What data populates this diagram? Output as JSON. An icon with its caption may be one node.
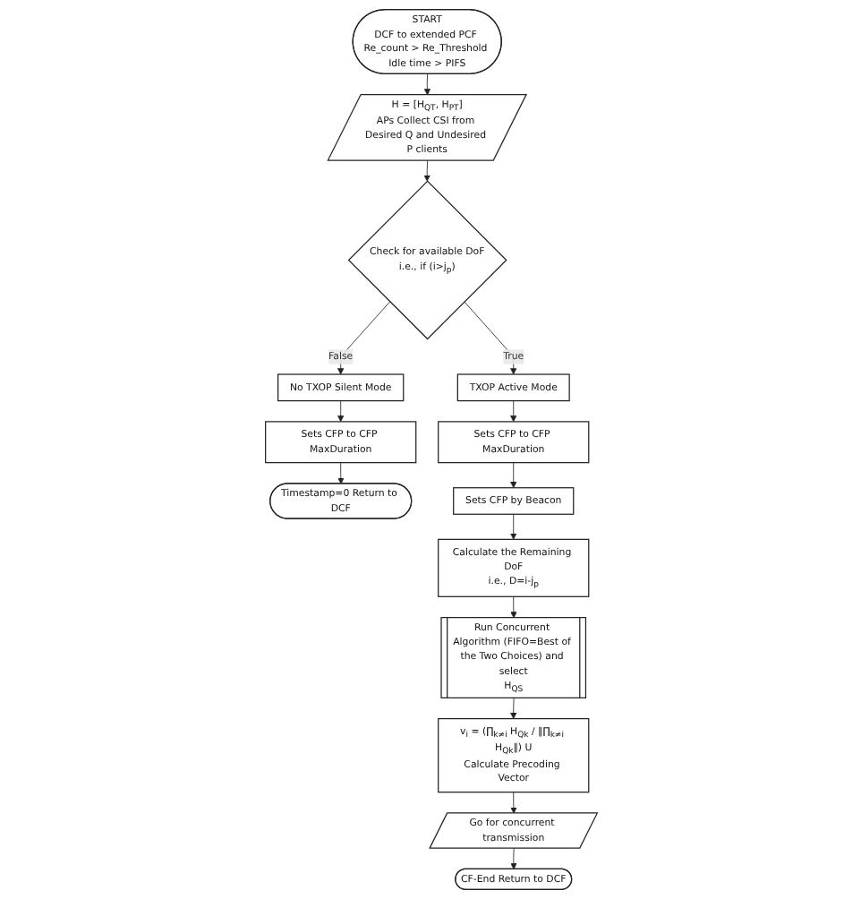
{
  "diagram": {
    "nodes": [
      {
        "text": [
          "START",
          "DCF to extended PCF Re_count > Re_Threshold Idle time > PIFS"
        ]
      },
      {
        "text": [
          "H = [H$_{QT}$, H$_{PT}$]",
          "APs Collect CSI from Desired Q and Undesired P clients"
        ]
      },
      {
        "text": [
          "Check for available DoF",
          "i.e., if (i>j$_{p}$)"
        ]
      },
      {
        "text": [
          "No TXOP Silent Mode"
        ]
      },
      {
        "text": [
          "Sets CFP to CFP MaxDuration"
        ]
      },
      {
        "text": [
          "Timestamp=0 Return to DCF"
        ]
      },
      {
        "text": [
          "TXOP Active Mode"
        ]
      },
      {
        "text": [
          "Sets CFP to CFP MaxDuration"
        ]
      },
      {
        "text": [
          "Sets CFP by Beacon"
        ]
      },
      {
        "text": [
          "Calculate the Remaining DoF",
          "i.e., D=i-j$_{p}$"
        ]
      },
      {
        "text": [
          "Run Concurrent Algorithm (FIFO=Best of the Two Choices) and select",
          "H$_{QS}$"
        ]
      },
      {
        "text": [
          "v$_{i}$ = (∏$_{k≠i}$ H$_{Qk}$ / ‖∏$_{k≠i}$ H$_{Qk}$‖) U",
          "Calculate Precoding Vector"
        ]
      },
      {
        "text": [
          "Go for concurrent transmission"
        ]
      },
      {
        "text": [
          "CF-End Return to DCF"
        ]
      }
    ],
    "edges": [
      {
        "from": 0,
        "to": 1,
        "arrow": "to"
      },
      {
        "from": 1,
        "to": 2,
        "arrow": "to"
      },
      {
        "from": 2,
        "to": 3,
        "arrow": "to",
        "label": "False"
      },
      {
        "from": 3,
        "to": 4,
        "arrow": "to"
      },
      {
        "from": 4,
        "to": 5,
        "arrow": "to"
      },
      {
        "from": 2,
        "to": 6,
        "arrow": "to",
        "label": "True"
      },
      {
        "from": 6,
        "to": 7,
        "arrow": "to"
      },
      {
        "from": 7,
        "to": 8,
        "arrow": "to"
      },
      {
        "from": 8,
        "to": 9,
        "arrow": "to"
      },
      {
        "from": 9,
        "to": 10,
        "arrow": "to"
      },
      {
        "from": 10,
        "to": 11,
        "arrow": "to"
      },
      {
        "from": 11,
        "to": 12,
        "arrow": "to"
      },
      {
        "from": 12,
        "to": 13,
        "arrow": "to"
      }
    ]
  }
}
